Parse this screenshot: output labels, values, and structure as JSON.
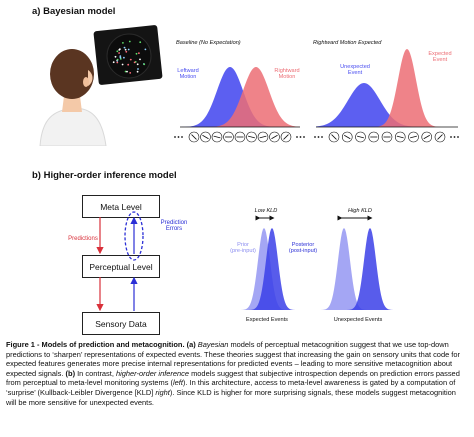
{
  "section_a": {
    "title": "a) Bayesian model",
    "panel_left": {
      "title": "Baseline (No Expectation)",
      "label_left": "Leftward\nMotion",
      "label_right": "Rightward\nMotion"
    },
    "panel_right": {
      "title": "Rightward Motion Expected",
      "label_left": "Unexpected\nEvent",
      "label_right": "Expected\nEvent"
    },
    "colors": {
      "blue": "#4a4ef0",
      "red": "#ec6d74",
      "blue_light": "#9a9cf3"
    }
  },
  "section_b": {
    "title": "b) Higher-order inference model",
    "boxes": {
      "meta": "Meta Level",
      "perceptual": "Perceptual Level",
      "sensory": "Sensory Data"
    },
    "label_predictions": "Predictions",
    "label_prediction_errors": "Prediction\nErrors",
    "low_kld": "Low KLD",
    "high_kld": "High KLD",
    "prior_label": "Prior\n(pre-input)",
    "posterior_label": "Posterior\n(post-input)",
    "expected_events": "Expected Events",
    "unexpected_events": "Unexpected Events"
  },
  "caption": {
    "figure_label": "Figure 1 - Models of prediction and metacognition.",
    "part_a_label": "(a)",
    "bayesian": "Bayesian",
    "text1": " models of perceptual metacognition suggest that we use top-down predictions to ‘sharpen’ representations of expected events. These theories suggest that increasing the gain on sensory units that code for expected features generates more precise internal representations for predicted events – leading to more sensitive metacognition about expected signals. ",
    "part_b_label": "(b)",
    "text2": " In contrast, ",
    "higher_order": "higher-order inference",
    "text3": " models suggest that subjective introspection depends on prediction errors passed from perceptual to meta-level monitoring systems (",
    "left": "left",
    "text4": "). In this architecture, access to meta-level awareness is gated by a computation of ‘surprise’ (Kullback-Leibler Divergence [KLD] ",
    "right": "right",
    "text5": "). Since KLD is higher for more surprising signals, these models suggest metacognition will be more sensitive for unexpected events."
  }
}
